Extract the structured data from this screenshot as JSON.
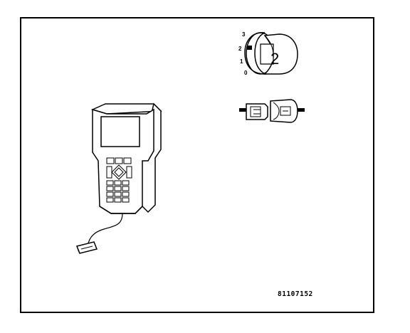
{
  "figure": {
    "reference_code": "81107152",
    "switch_positions": [
      "3",
      "2",
      "1",
      "0"
    ],
    "selected_position": "2"
  }
}
